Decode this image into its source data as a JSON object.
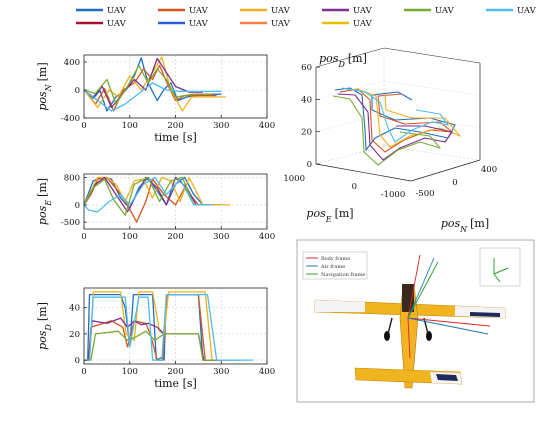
{
  "legend": {
    "entries": [
      {
        "label": "UAV",
        "sub": "1",
        "color": "#1f6fbf"
      },
      {
        "label": "UAV",
        "sub": "2",
        "color": "#d9531e"
      },
      {
        "label": "UAV",
        "sub": "3",
        "color": "#edb120"
      },
      {
        "label": "UAV",
        "sub": "4",
        "color": "#7e2f8e"
      },
      {
        "label": "UAV",
        "sub": "5",
        "color": "#77ac30"
      },
      {
        "label": "UAV",
        "sub": "6",
        "color": "#4dbeee"
      },
      {
        "label": "UAV",
        "sub": "7",
        "color": "#a2142f"
      },
      {
        "label": "UAV",
        "sub": "8",
        "color": "#2b5fd9"
      },
      {
        "label": "UAV",
        "sub": "9",
        "color": "#f08040"
      },
      {
        "label": "UAV",
        "sub": "10",
        "color": "#e6c000"
      }
    ]
  },
  "chart_data": [
    {
      "type": "line",
      "ylabel": {
        "main": "pos",
        "sub": "N",
        "unit": "[m]"
      },
      "xlabel": "time [s]",
      "xlim": [
        0,
        400
      ],
      "ylim": [
        -400,
        500
      ],
      "xticks": [
        "0",
        "100",
        "200",
        "300",
        "400"
      ],
      "yticks": [
        {
          "v": -400,
          "t": "-400"
        },
        {
          "v": 0,
          "t": "0"
        },
        {
          "v": 400,
          "t": "400"
        }
      ],
      "series": [
        {
          "legend_index": 0,
          "x": [
            0,
            20,
            35,
            50,
            70,
            90,
            110,
            125,
            140,
            160,
            175,
            190,
            205,
            225,
            260,
            300
          ],
          "y": [
            0,
            -120,
            -10,
            -300,
            -100,
            0,
            200,
            460,
            100,
            -150,
            10,
            100,
            -150,
            -100,
            -60,
            -60
          ]
        },
        {
          "legend_index": 1,
          "x": [
            0,
            25,
            45,
            65,
            85,
            110,
            130,
            150,
            165,
            185,
            200,
            220,
            250,
            290
          ],
          "y": [
            0,
            -200,
            20,
            -300,
            0,
            100,
            300,
            150,
            350,
            50,
            -150,
            -80,
            -80,
            -80
          ]
        },
        {
          "legend_index": 2,
          "x": [
            0,
            30,
            55,
            75,
            100,
            125,
            150,
            170,
            190,
            215,
            235,
            270,
            310
          ],
          "y": [
            0,
            -250,
            0,
            -100,
            200,
            0,
            250,
            470,
            0,
            -300,
            -100,
            -100,
            -100
          ]
        },
        {
          "legend_index": 3,
          "x": [
            0,
            20,
            40,
            60,
            85,
            110,
            135,
            160,
            180,
            200,
            230,
            260
          ],
          "y": [
            0,
            -100,
            50,
            -250,
            -50,
            150,
            0,
            450,
            250,
            50,
            -30,
            -30
          ]
        },
        {
          "legend_index": 4,
          "x": [
            0,
            25,
            50,
            70,
            95,
            120,
            140,
            160,
            180,
            200,
            240,
            280
          ],
          "y": [
            0,
            -50,
            150,
            -200,
            50,
            350,
            100,
            300,
            150,
            -100,
            -60,
            -60
          ]
        },
        {
          "legend_index": 5,
          "x": [
            0,
            30,
            60,
            90,
            120,
            150,
            180,
            210,
            250,
            300
          ],
          "y": [
            0,
            -150,
            -300,
            -200,
            -50,
            100,
            0,
            -20,
            -20,
            -20
          ]
        }
      ]
    },
    {
      "type": "line",
      "ylabel": {
        "main": "pos",
        "sub": "E",
        "unit": "[m]"
      },
      "xlabel": "",
      "xlim": [
        0,
        400
      ],
      "ylim": [
        -700,
        900
      ],
      "xticks": [
        "0",
        "100",
        "200",
        "300",
        "400"
      ],
      "yticks": [
        {
          "v": -500,
          "t": "-500"
        },
        {
          "v": 0,
          "t": "0"
        },
        {
          "v": 800,
          "t": "800"
        }
      ],
      "series": [
        {
          "legend_index": 0,
          "x": [
            0,
            20,
            40,
            60,
            80,
            100,
            120,
            140,
            160,
            180,
            200,
            220,
            240,
            260,
            280,
            300
          ],
          "y": [
            0,
            700,
            800,
            750,
            200,
            -100,
            500,
            800,
            400,
            0,
            600,
            800,
            300,
            0,
            0,
            0
          ]
        },
        {
          "legend_index": 1,
          "x": [
            0,
            15,
            30,
            50,
            75,
            95,
            115,
            135,
            150,
            175,
            200,
            220,
            250,
            290
          ],
          "y": [
            0,
            300,
            750,
            800,
            400,
            0,
            -500,
            100,
            750,
            300,
            0,
            500,
            0,
            0
          ]
        },
        {
          "legend_index": 2,
          "x": [
            0,
            30,
            50,
            70,
            90,
            110,
            130,
            150,
            170,
            190,
            210,
            230,
            260,
            320
          ],
          "y": [
            0,
            800,
            800,
            600,
            100,
            700,
            750,
            200,
            800,
            700,
            100,
            800,
            0,
            0
          ]
        },
        {
          "legend_index": 3,
          "x": [
            0,
            25,
            45,
            70,
            95,
            115,
            135,
            160,
            180,
            200,
            225,
            245,
            270
          ],
          "y": [
            0,
            600,
            800,
            300,
            -200,
            300,
            800,
            500,
            0,
            800,
            500,
            0,
            0
          ]
        },
        {
          "legend_index": 4,
          "x": [
            0,
            20,
            45,
            65,
            90,
            110,
            140,
            165,
            190,
            215,
            240,
            280
          ],
          "y": [
            0,
            500,
            750,
            150,
            -300,
            600,
            800,
            100,
            700,
            800,
            0,
            0
          ]
        },
        {
          "legend_index": 5,
          "x": [
            0,
            10,
            30,
            55,
            80,
            100,
            130,
            155,
            180,
            210,
            240,
            280
          ],
          "y": [
            0,
            -150,
            -200,
            100,
            300,
            0,
            600,
            800,
            300,
            750,
            0,
            0
          ]
        }
      ]
    },
    {
      "type": "line",
      "ylabel": {
        "main": "pos",
        "sub": "D",
        "unit": "[m]"
      },
      "xlabel": "time [s]",
      "xlim": [
        0,
        400
      ],
      "ylim": [
        -3,
        55
      ],
      "xticks": [
        "0",
        "100",
        "200",
        "300",
        "400"
      ],
      "yticks": [
        {
          "v": 0,
          "t": "0"
        },
        {
          "v": 20,
          "t": "20"
        },
        {
          "v": 40,
          "t": "40"
        }
      ],
      "series": [
        {
          "legend_index": 0,
          "x": [
            0,
            8,
            12,
            80,
            90,
            100,
            108,
            130,
            150,
            158,
            170,
            175,
            180,
            200,
            250,
            260,
            275,
            340
          ],
          "y": [
            0,
            0,
            50,
            50,
            40,
            10,
            50,
            50,
            50,
            0,
            2,
            0,
            50,
            50,
            50,
            0,
            0,
            0
          ]
        },
        {
          "legend_index": 1,
          "x": [
            0,
            10,
            15,
            60,
            85,
            95,
            110,
            135,
            145,
            160,
            172,
            182,
            250,
            265,
            300
          ],
          "y": [
            0,
            0,
            25,
            30,
            25,
            10,
            30,
            28,
            20,
            0,
            0,
            50,
            50,
            0,
            0
          ]
        },
        {
          "legend_index": 2,
          "x": [
            0,
            12,
            20,
            80,
            92,
            110,
            120,
            150,
            165,
            175,
            185,
            265,
            280,
            320
          ],
          "y": [
            0,
            0,
            52,
            52,
            20,
            15,
            52,
            52,
            22,
            20,
            52,
            52,
            0,
            0
          ]
        },
        {
          "legend_index": 3,
          "x": [
            0,
            10,
            18,
            50,
            80,
            95,
            110,
            125,
            140,
            160,
            175,
            250,
            262,
            300
          ],
          "y": [
            0,
            0,
            30,
            28,
            32,
            25,
            30,
            27,
            28,
            25,
            20,
            20,
            0,
            0
          ]
        },
        {
          "legend_index": 4,
          "x": [
            0,
            15,
            25,
            75,
            95,
            115,
            135,
            155,
            175,
            250,
            260,
            290
          ],
          "y": [
            0,
            0,
            20,
            22,
            15,
            18,
            22,
            15,
            20,
            20,
            0,
            0
          ]
        },
        {
          "legend_index": 5,
          "x": [
            0,
            12,
            20,
            90,
            100,
            120,
            140,
            150,
            170,
            180,
            270,
            290,
            370
          ],
          "y": [
            0,
            0,
            48,
            48,
            10,
            48,
            48,
            0,
            0,
            50,
            50,
            0,
            0
          ]
        }
      ]
    },
    {
      "type": "line",
      "title": "",
      "zlabel": {
        "main": "pos",
        "sub": "D",
        "unit": "[m]"
      },
      "xlabel": {
        "main": "pos",
        "sub": "N",
        "unit": "[m]"
      },
      "ylabel": {
        "main": "pos",
        "sub": "E",
        "unit": "[m]"
      },
      "zlim": [
        0,
        60
      ],
      "zticks": [
        "0",
        "20",
        "40",
        "60"
      ],
      "xticks": [
        "-500",
        "0",
        "400"
      ],
      "yticks": [
        "-1000",
        "0",
        "1000"
      ]
    }
  ],
  "illustration": {
    "legend": [
      "Body frame",
      "Air frame",
      "Navigation frame"
    ],
    "legend_colors": [
      "#d62728",
      "#1f77b4",
      "#2ca02c"
    ]
  }
}
